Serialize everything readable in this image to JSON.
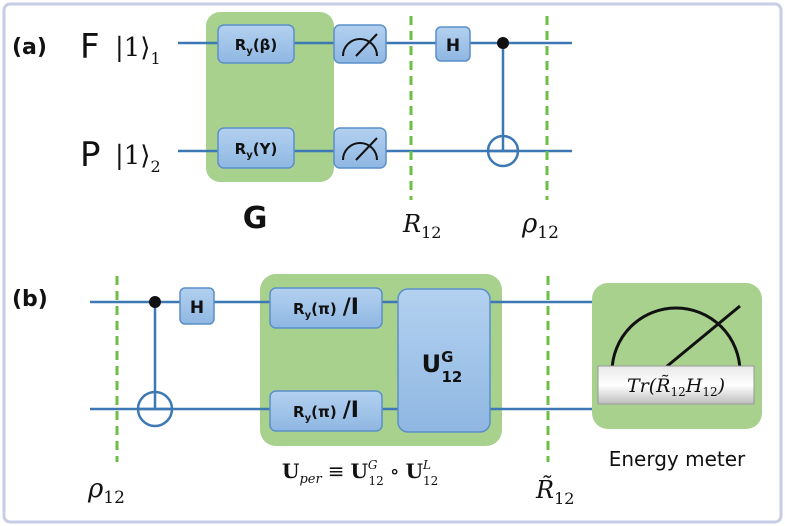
{
  "panel_a": {
    "label": "(a)",
    "qubit1": {
      "name": "F",
      "ket": "|1⟩",
      "index": "1"
    },
    "qubit2": {
      "name": "P",
      "ket": "|1⟩",
      "index": "2"
    },
    "gate_ry_beta": {
      "base": "R",
      "sub": "y",
      "arg": "(β)"
    },
    "gate_ry_gamma": {
      "base": "R",
      "sub": "y",
      "arg": "(Υ)"
    },
    "hadamard": "H",
    "group_label": "G",
    "marker_r12": {
      "base": "R",
      "sub": "12"
    },
    "marker_rho12": {
      "base": "ρ",
      "sub": "12"
    }
  },
  "panel_b": {
    "label": "(b)",
    "marker_rho12": {
      "base": "ρ",
      "sub": "12"
    },
    "hadamard": "H",
    "gate_top": {
      "base": "R",
      "sub": "y",
      "arg": "(π)",
      "alt": "/I"
    },
    "gate_bottom": {
      "base": "R",
      "sub": "y",
      "arg": "(π)",
      "alt": "/I"
    },
    "unitary": {
      "base": "U",
      "sup": "G",
      "sub": "12"
    },
    "unitary_formula": {
      "lhs": "U",
      "lhs_sub": "per",
      "equiv": "≡",
      "g": "U",
      "g_sup": "G",
      "g_sub": "12",
      "circ": "∘",
      "l": "U",
      "l_sup": "L",
      "l_sub": "12"
    },
    "marker_r12_tilde": {
      "base": "R̃",
      "sub": "12"
    },
    "meter_formula": {
      "prefix": "Tr(",
      "r": "R̃",
      "r_sub": "12",
      "h": "H",
      "h_sub": "12",
      "suffix": ")"
    },
    "meter_label": "Energy meter"
  },
  "colors": {
    "wire": "#3c78b4",
    "gate_fill": "#9fc3e8",
    "gate_stroke": "#5b8fc7",
    "group_fill": "#a9d18e",
    "dashed": "#6cbe45",
    "frame": "#c7cde6"
  }
}
